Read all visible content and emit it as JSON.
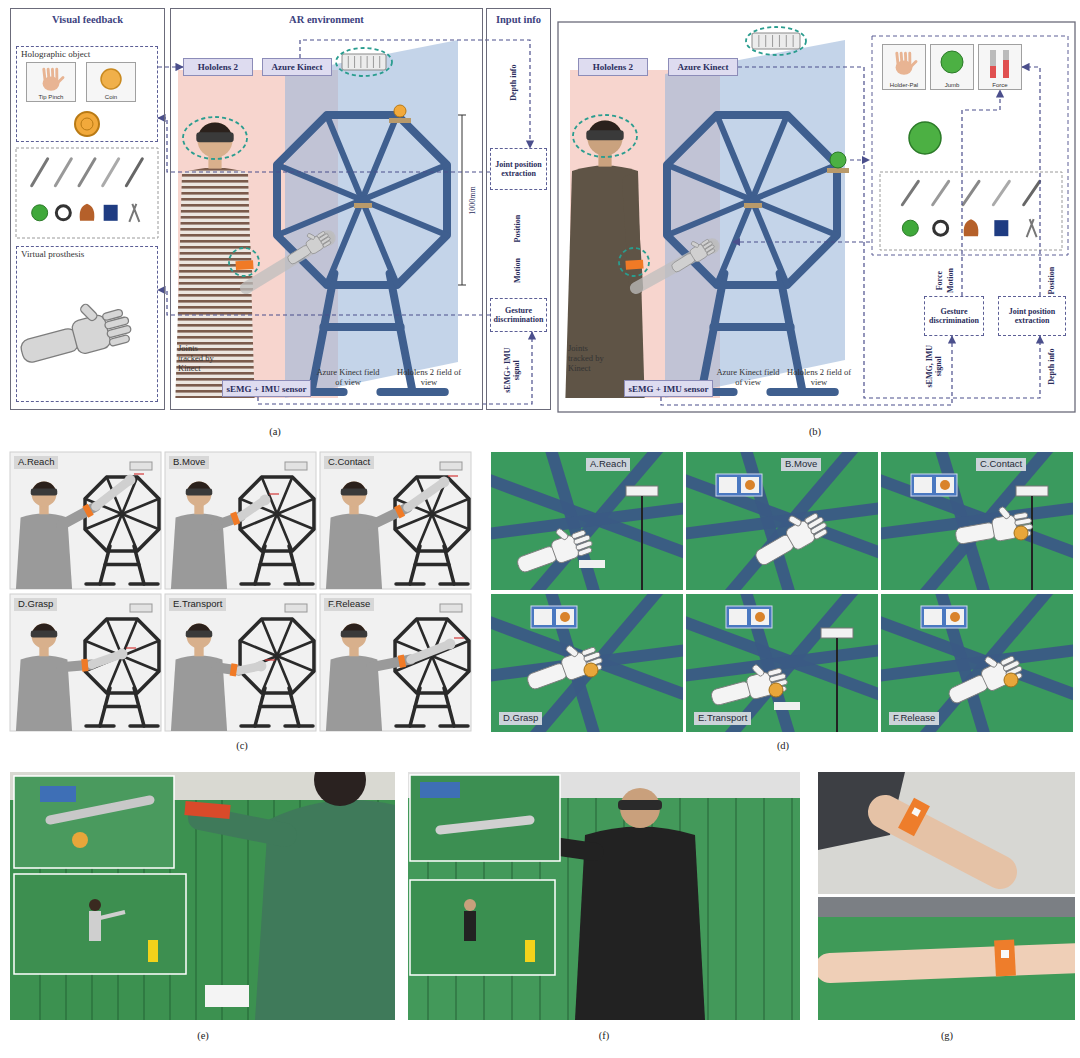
{
  "diagram": {
    "nodes": [
      {
        "text": [
          "Visual feedback"
        ]
      },
      {
        "text": [
          "Holographic object"
        ],
        "in": 0
      },
      {
        "text": [
          "Tip Pinch"
        ],
        "in": 1
      },
      {
        "text": [
          "Coin"
        ],
        "in": 1
      },
      {
        "text": [
          "Virtual prosthesis"
        ],
        "in": 0
      },
      {
        "text": [
          "AR environment"
        ]
      },
      {
        "text": [
          "Hololens 2"
        ],
        "in": 5
      },
      {
        "text": [
          "Azure Kinect"
        ],
        "in": 5
      },
      {
        "text": [
          "sEMG + IMU sensor"
        ],
        "in": 5
      },
      {
        "text": [
          "Input info"
        ]
      },
      {
        "text": [
          "Joint position extraction"
        ],
        "in": 9
      },
      {
        "text": [
          "Gesture discrimination"
        ],
        "in": 9
      },
      {
        "text": [
          "Hololens 2"
        ]
      },
      {
        "text": [
          "Azure Kinect"
        ]
      },
      {
        "text": [
          "Holder-Pal"
        ]
      },
      {
        "text": [
          "Jumb"
        ]
      },
      {
        "text": [
          "Force"
        ]
      },
      {
        "text": [
          "sEMG + IMU sensor"
        ]
      },
      {
        "text": [
          "Gesture discrimination"
        ]
      },
      {
        "text": [
          "Joint position extraction"
        ]
      }
    ],
    "edges": [
      {
        "from": 7,
        "to": 10,
        "arrow": "to"
      },
      {
        "from": 8,
        "to": 11,
        "arrow": "to"
      },
      {
        "from": 10,
        "to": 1,
        "arrow": "to"
      },
      {
        "from": 11,
        "to": 4,
        "arrow": "to"
      },
      {
        "from": 1,
        "to": 6,
        "arrow": "to"
      },
      {
        "from": 13,
        "to": 19,
        "arrow": "to"
      },
      {
        "from": 17,
        "to": 18,
        "arrow": "to"
      },
      {
        "from": 18,
        "to": 16,
        "arrow": "to"
      },
      {
        "from": 19,
        "to": 16,
        "arrow": "to"
      }
    ],
    "labels": [
      "1000mm",
      "Depth info",
      "Position",
      "Motion",
      "sEMG+ IMU signal",
      "Joints tracked by Kinect",
      "Azure Kinect field of view",
      "Hololens 2 field of view",
      "(a)",
      "Force",
      "Motion",
      "Position",
      "sEMG, IMU signal",
      "Depth info",
      "Joints tracked by Kinect",
      "Azure Kinect field of view",
      "Hololens 2 field of view",
      "(b)",
      "A.Reach",
      "B.Move",
      "C.Contact",
      "D.Grasp",
      "E.Transport",
      "F.Release",
      "(c)",
      "A.Reach",
      "B.Move",
      "C.Contact",
      "D.Grasp",
      "E.Transport",
      "F.Release",
      "(d)",
      "(e)",
      "(f)",
      "(g)"
    ]
  }
}
